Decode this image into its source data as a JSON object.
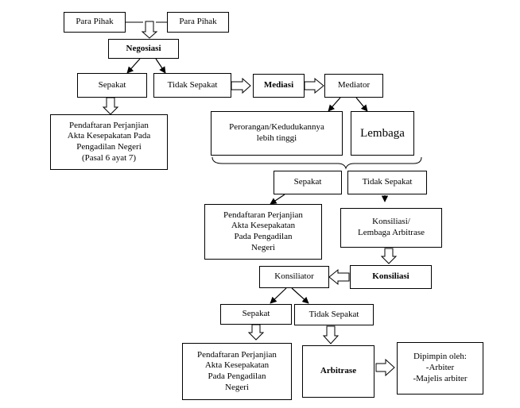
{
  "nodes": {
    "para_pihak_left": "Para Pihak",
    "para_pihak_right": "Para Pihak",
    "negosiasi": "Negosiasi",
    "sepakat_1": "Sepakat",
    "tidak_sepakat_1": "Tidak Sepakat",
    "pendaftaran_1": "Pendaftaran Perjanjian\nAkta Kesepakatan Pada\nPengadilan Negeri\n(Pasal 6 ayat 7)",
    "mediasi": "Mediasi",
    "mediator": "Mediator",
    "perorangan": "Perorangan/Kedudukannya\nlebih tinggi",
    "lembaga": "Lembaga",
    "sepakat_2": "Sepakat",
    "tidak_sepakat_2": "Tidak Sepakat",
    "pendaftaran_2": "Pendaftaran Perjanjian\nAkta Kesepakatan\nPada Pengadilan\nNegeri",
    "konsiliasi_lembaga": "Konsiliasi/\nLembaga Arbitrase",
    "konsiliator": "Konsiliator",
    "konsiliasi": "Konsiliasi",
    "sepakat_3": "Sepakat",
    "tidak_sepakat_3": "Tidak Sepakat",
    "pendaftaran_3": "Pendaftaran Perjanjian\nAkta Kesepakatan\nPada Pengadilan\nNegeri",
    "arbitrase": "Arbitrase",
    "dipimpin": "Dipimpin oleh:\n-Arbiter\n-Majelis arbiter"
  }
}
